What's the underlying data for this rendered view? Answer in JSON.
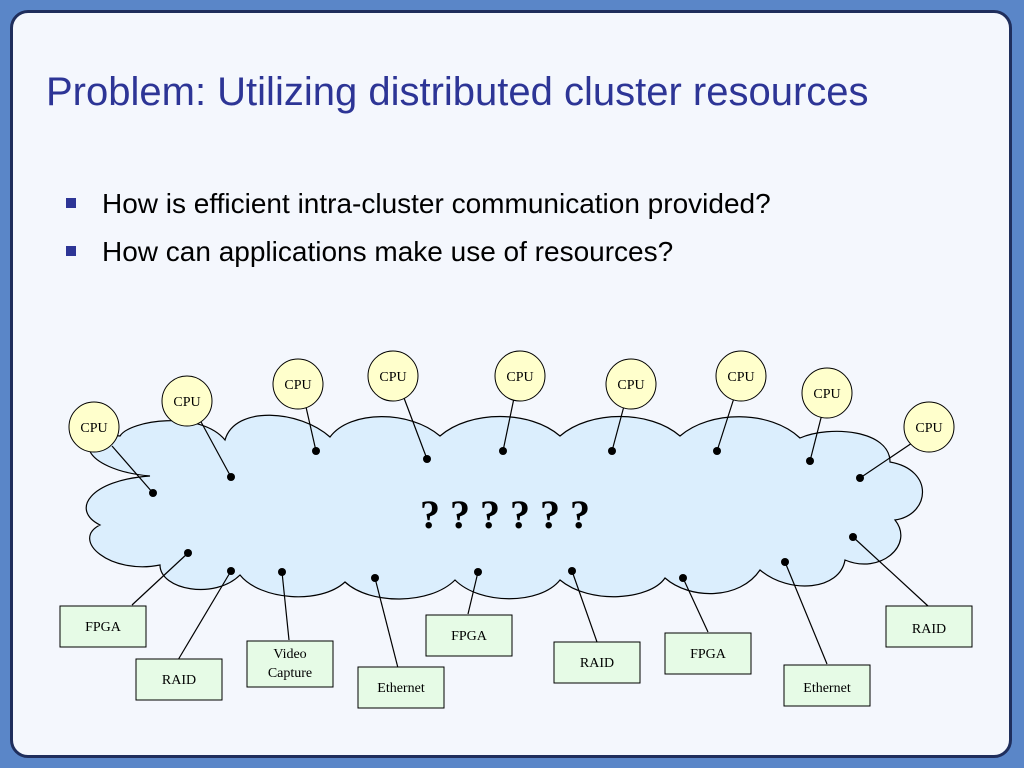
{
  "slide": {
    "title": "Problem: Utilizing distributed cluster resources",
    "bullets": [
      "How is efficient intra-cluster communication provided?",
      "How can applications make use of resources?"
    ]
  },
  "diagram": {
    "cloud_label": "? ? ? ? ? ?",
    "cpu_nodes": [
      "CPU",
      "CPU",
      "CPU",
      "CPU",
      "CPU",
      "CPU",
      "CPU",
      "CPU",
      "CPU"
    ],
    "device_boxes": [
      {
        "label": "FPGA"
      },
      {
        "label": "RAID"
      },
      {
        "label": "Video Capture",
        "lines": [
          "Video",
          "Capture"
        ]
      },
      {
        "label": "Ethernet"
      },
      {
        "label": "FPGA"
      },
      {
        "label": "RAID"
      },
      {
        "label": "FPGA"
      },
      {
        "label": "Ethernet"
      },
      {
        "label": "RAID"
      }
    ],
    "colors": {
      "title": "#2d3596",
      "cloud_fill": "#dbeefd",
      "cpu_fill": "#ffffcc",
      "box_fill": "#e6fbe6",
      "bullet": "#2d3596"
    }
  }
}
